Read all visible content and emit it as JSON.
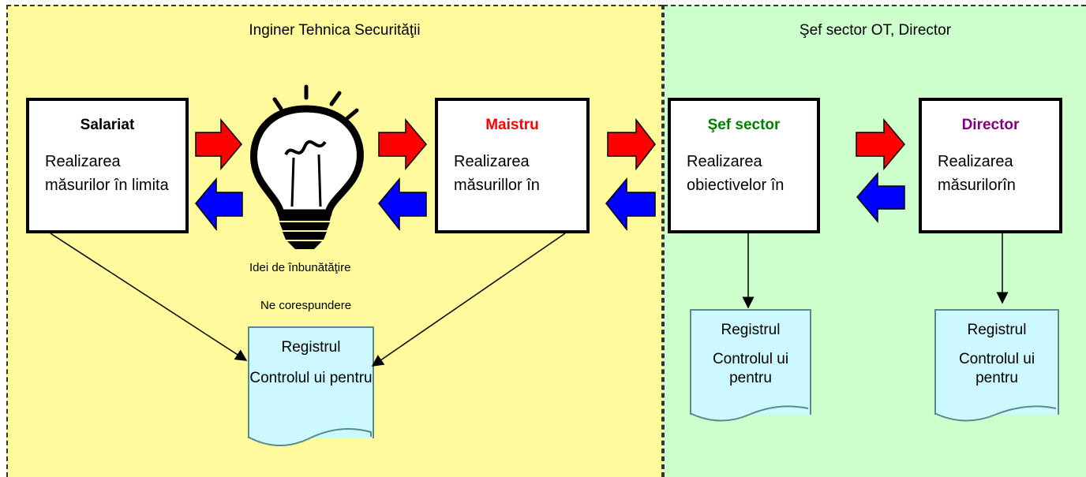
{
  "zones": {
    "left_title": "Inginer Tehnica Securităţii",
    "right_title": "Şef sector OT,  Director"
  },
  "boxes": {
    "salariat": {
      "title": "Salariat",
      "title_color": "#000000",
      "text": "Realizarea măsurilor în limita permis"
    },
    "maistru": {
      "title": "Maistru",
      "title_color": "#ff0000",
      "text": "Realizarea măsurillor în măsura"
    },
    "sef_sector": {
      "title": "Şef sector",
      "title_color": "#008000",
      "text": "Realizarea obiectivelor în cadrul unui"
    },
    "director": {
      "title": "Director",
      "title_color": "#800080",
      "text": "Realizarea măsurilorîn întreprindere"
    }
  },
  "captions": {
    "ideas": "Idei de înbunătăţire",
    "nonconformity": "Ne corespundere"
  },
  "documents": {
    "center": {
      "line1": "Registrul",
      "line2": "Controlul ui pentru"
    },
    "sef": {
      "line1": "Registrul",
      "line2": "Controlul ui pentru"
    },
    "director": {
      "line1": "Registrul",
      "line2": "Controlul ui pentru"
    }
  },
  "colors": {
    "left_zone": "#fffa9b",
    "right_zone": "#ccffcc",
    "arrow_forward": "#ff0000",
    "arrow_back": "#0000ff",
    "document_fill": "#ccf8ff"
  },
  "icons": [
    "light-bulb-icon"
  ]
}
